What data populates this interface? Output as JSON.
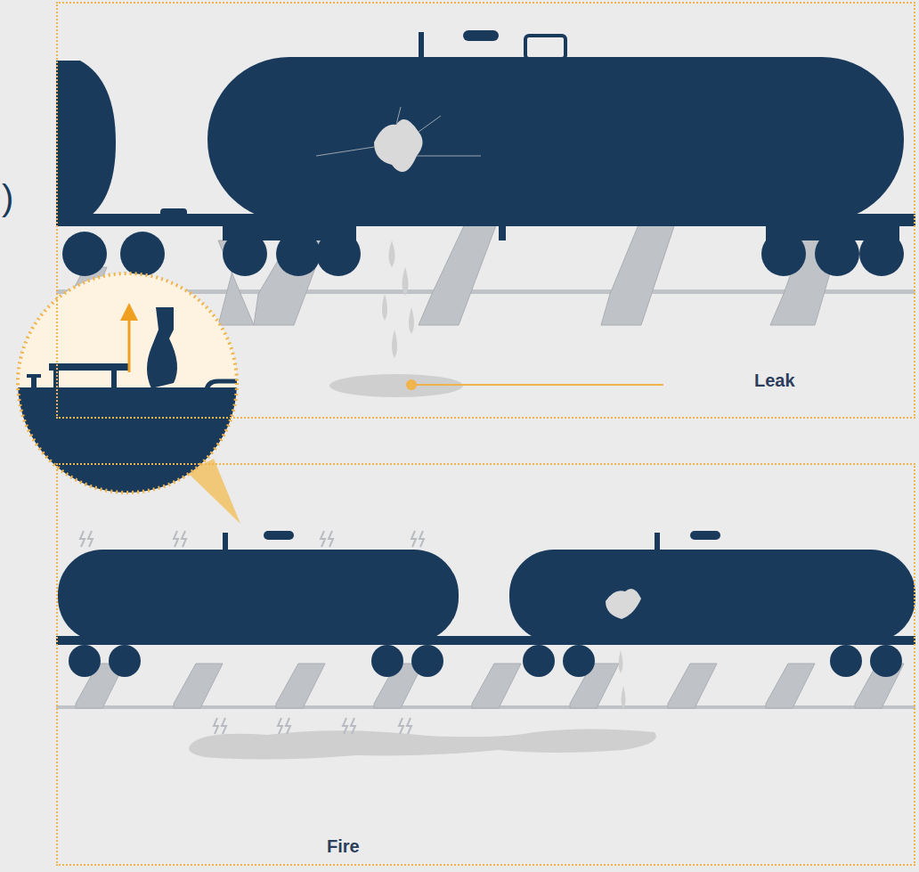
{
  "diagram": {
    "nodes": [
      {
        "text": [
          "Leak"
        ]
      },
      {
        "text": [
          "Fire"
        ]
      }
    ],
    "labels": [
      ")"
    ]
  }
}
